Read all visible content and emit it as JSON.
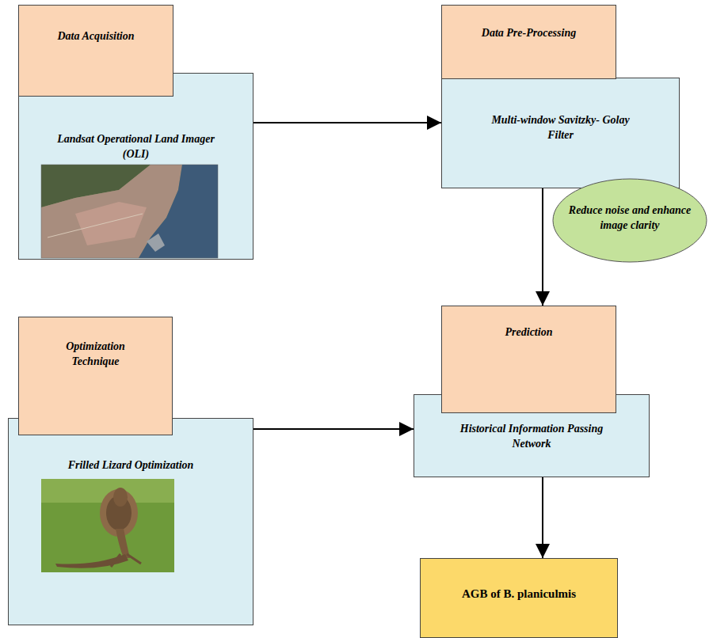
{
  "diagram": {
    "nodes": [
      {
        "text": [
          "Data Acquisition"
        ]
      },
      {
        "text": [
          "Landsat Operational Land Imager (OLI)"
        ]
      },
      {
        "text": [
          "Data Pre-Processing"
        ]
      },
      {
        "text": [
          "Multi-window Savitzky- Golay Filter"
        ]
      },
      {
        "text": [
          "Reduce noise and enhance image clarity"
        ]
      },
      {
        "text": [
          "Optimization Technique"
        ]
      },
      {
        "text": [
          "Frilled Lizard Optimization"
        ]
      },
      {
        "text": [
          "Prediction"
        ]
      },
      {
        "text": [
          "Historical Information Passing Network"
        ]
      },
      {
        "text": [
          "AGB of B. planiculmis"
        ]
      }
    ],
    "edges": [
      {
        "from": 1,
        "to": 3,
        "arrow": "to"
      },
      {
        "from": 3,
        "to": 7,
        "arrow": "to"
      },
      {
        "from": 6,
        "to": 8,
        "arrow": "to"
      },
      {
        "from": 8,
        "to": 9,
        "arrow": "to"
      }
    ]
  }
}
